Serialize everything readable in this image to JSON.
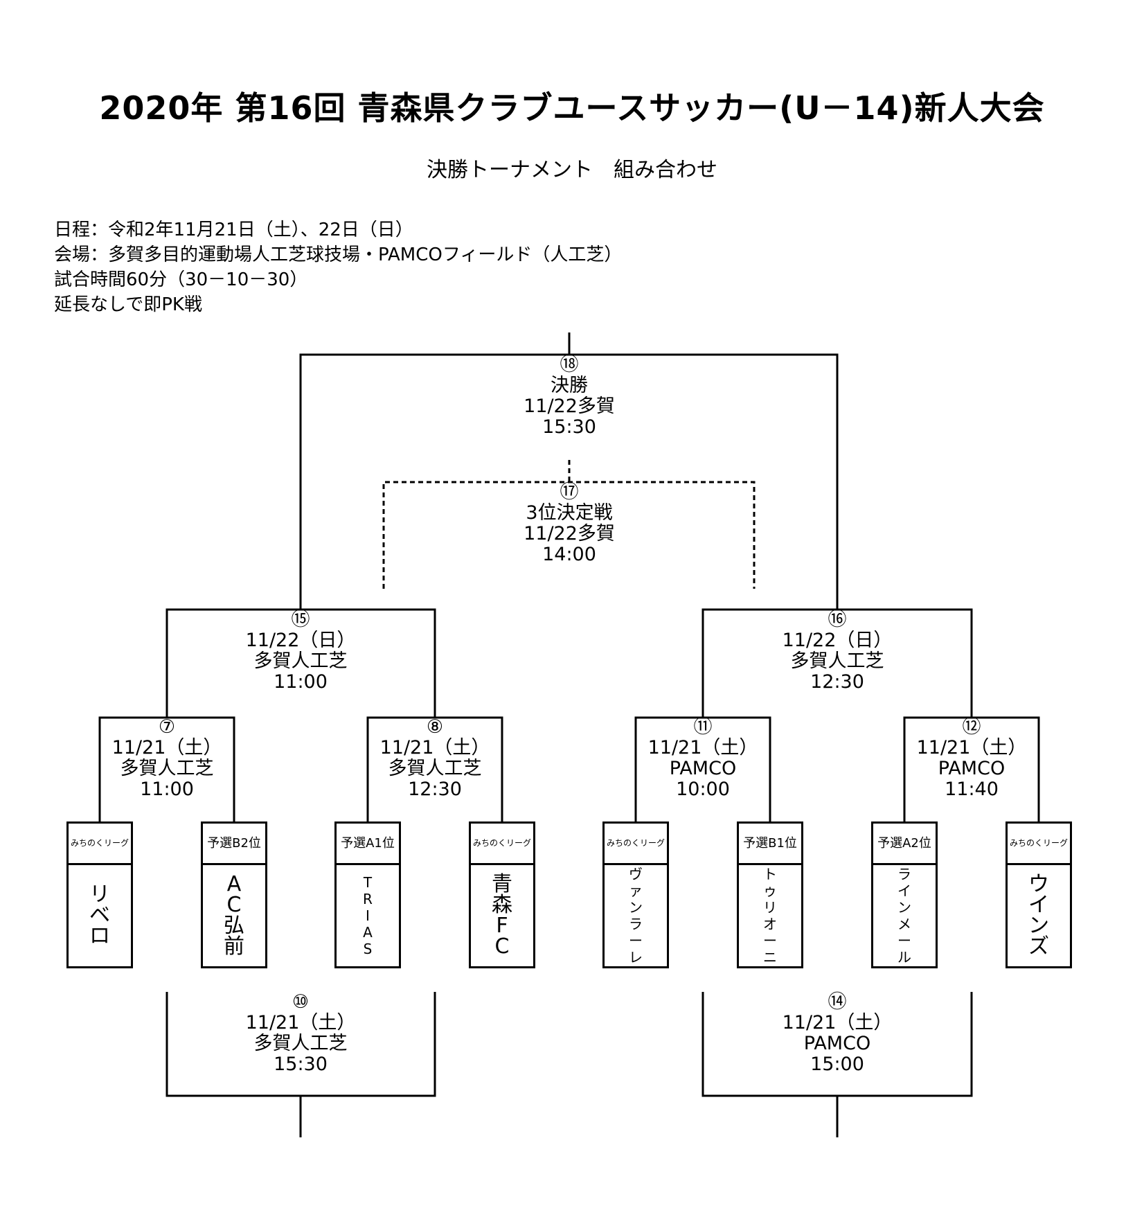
{
  "title": "2020年 第16回 青森県クラブユースサッカー(U－14)新人大会",
  "subtitle": "決勝トーナメント　組み合わせ",
  "info": [
    "日程：令和2年11月21日（土）、22日（日）",
    "会場：多賀多目的運動場人工芝球技場・PAMCOフィールド（人工芝）",
    "試合時間60分（30－10－30）",
    "延長なしで即PK戦"
  ],
  "matches": {
    "m18": {
      "no": "⑱",
      "line1": "決勝",
      "line2": "11/22多賀",
      "line3": "15:30"
    },
    "m17": {
      "no": "⑰",
      "line1": "3位決定戦",
      "line2": "11/22多賀",
      "line3": "14:00"
    },
    "m15": {
      "no": "⑮",
      "line1": "11/22（日）",
      "line2": "多賀人工芝",
      "line3": "11:00"
    },
    "m16": {
      "no": "⑯",
      "line1": "11/22（日）",
      "line2": "多賀人工芝",
      "line3": "12:30"
    },
    "m7": {
      "no": "⑦",
      "line1": "11/21（土）",
      "line2": "多賀人工芝",
      "line3": "11:00"
    },
    "m8": {
      "no": "⑧",
      "line1": "11/21（土）",
      "line2": "多賀人工芝",
      "line3": "12:30"
    },
    "m11": {
      "no": "⑪",
      "line1": "11/21（土）",
      "line2": "PAMCO",
      "line3": "10:00"
    },
    "m12": {
      "no": "⑫",
      "line1": "11/21（土）",
      "line2": "PAMCO",
      "line3": "11:40"
    },
    "m10": {
      "no": "⑩",
      "line1": "11/21（土）",
      "line2": "多賀人工芝",
      "line3": "15:30"
    },
    "m14": {
      "no": "⑭",
      "line1": "11/21（土）",
      "line2": "PAMCO",
      "line3": "15:00"
    }
  },
  "teams": [
    {
      "seed": "みちのくリーグ",
      "name": [
        "リ",
        "ベ",
        "ロ"
      ]
    },
    {
      "seed": "予選B2位",
      "name": [
        "A",
        "C",
        "弘",
        "前"
      ]
    },
    {
      "seed": "予選A1位",
      "name": [
        "T",
        "R",
        "I",
        "A",
        "S"
      ]
    },
    {
      "seed": "みちのくリーグ",
      "name": [
        "青",
        "森",
        "F",
        "C"
      ]
    },
    {
      "seed": "みちのくリーグ",
      "name": [
        "ヴ",
        "ァ",
        "ン",
        "ラ",
        "ー",
        "レ"
      ]
    },
    {
      "seed": "予選B1位",
      "name": [
        "ト",
        "ゥ",
        "リ",
        "オ",
        "ー",
        "ニ"
      ]
    },
    {
      "seed": "予選A2位",
      "name": [
        "ラ",
        "イ",
        "ン",
        "メ",
        "ー",
        "ル"
      ]
    },
    {
      "seed": "みちのくリーグ",
      "name": [
        "ウ",
        "イ",
        "ン",
        "ズ"
      ]
    }
  ]
}
